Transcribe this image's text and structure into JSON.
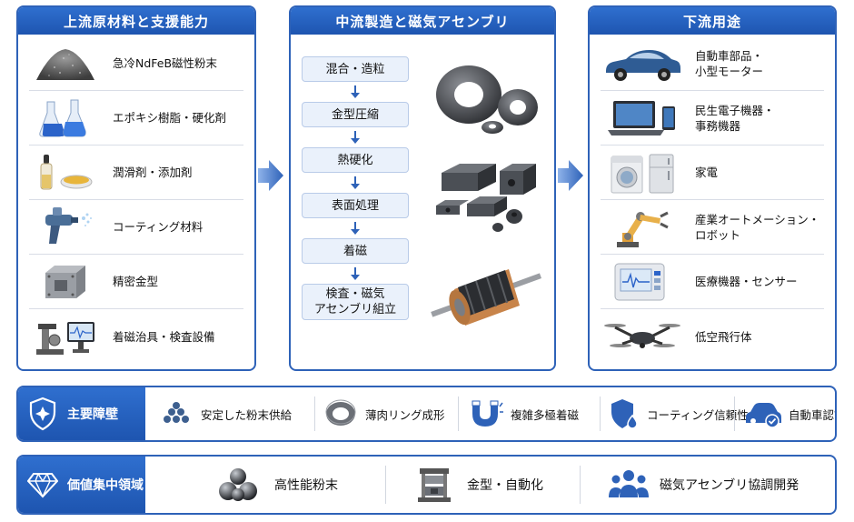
{
  "upstream": {
    "title": "上流原材料と支援能力",
    "items": [
      {
        "label": "急冷NdFeB磁性粉末",
        "icon": "powder-pile-icon"
      },
      {
        "label": "エポキシ樹脂・硬化剤",
        "icon": "chemical-flasks-icon"
      },
      {
        "label": "潤滑剤・添加剤",
        "icon": "dropper-dish-icon"
      },
      {
        "label": "コーティング材料",
        "icon": "spray-gun-icon"
      },
      {
        "label": "精密金型",
        "icon": "metal-mold-icon"
      },
      {
        "label": "着磁治具・検査設備",
        "icon": "inspection-equipment-icon"
      }
    ]
  },
  "midstream": {
    "title": "中流製造と磁気アセンブリ",
    "steps": [
      "混合・造粒",
      "金型圧縮",
      "熱硬化",
      "表面処理",
      "着磁",
      "検査・磁気\nアセンブリ組立"
    ],
    "images": [
      "ring-magnets-icon",
      "block-magnets-icon",
      "motor-rotor-icon"
    ]
  },
  "downstream": {
    "title": "下流用途",
    "items": [
      {
        "label": "自動車部品・\n小型モーター",
        "icon": "car-icon"
      },
      {
        "label": "民生電子機器・\n事務機器",
        "icon": "laptop-phone-icon"
      },
      {
        "label": "家電",
        "icon": "appliances-icon"
      },
      {
        "label": "産業オートメーション・\nロボット",
        "icon": "robot-arm-icon"
      },
      {
        "label": "医療機器・センサー",
        "icon": "medical-monitor-icon"
      },
      {
        "label": "低空飛行体",
        "icon": "drone-icon"
      }
    ]
  },
  "barriers": {
    "title": "主要障壁",
    "items": [
      {
        "label": "安定した粉末供給",
        "icon": "powder-balls-icon"
      },
      {
        "label": "薄肉リング成形",
        "icon": "thin-ring-icon"
      },
      {
        "label": "複雑多極着磁",
        "icon": "horseshoe-magnet-icon"
      },
      {
        "label": "コーティング信頼性",
        "icon": "shield-drop-icon"
      },
      {
        "label": "自動車認証",
        "icon": "car-check-icon"
      }
    ]
  },
  "value": {
    "title": "価値集中領域",
    "items": [
      {
        "label": "高性能粉末",
        "icon": "metal-spheres-icon"
      },
      {
        "label": "金型・自動化",
        "icon": "press-mold-icon"
      },
      {
        "label": "磁気アセンブリ協調開発",
        "icon": "team-icon"
      }
    ]
  },
  "colors": {
    "accent": "#2e62b8",
    "header": "#1e55b0",
    "step_bg": "#eaf1fb"
  }
}
